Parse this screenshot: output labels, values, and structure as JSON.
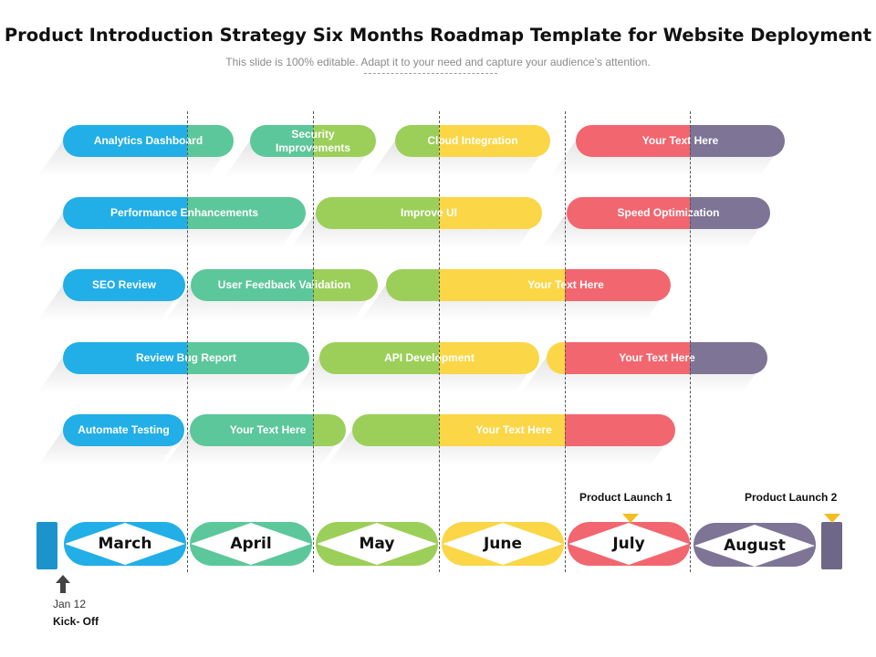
{
  "title": "Product Introduction Strategy Six Months Roadmap Template for Website Deployment",
  "subtitle": "This slide is 100% editable. Adapt it to your need and capture your audience’s attention.",
  "colors": {
    "blue": "#22aee6",
    "teal": "#5cc79a",
    "green": "#9ccf59",
    "yellow": "#fbd646",
    "red": "#f2666f",
    "purple": "#7d7496",
    "launch_marker": "#f5bd1e"
  },
  "tasks": {
    "row1": [
      "Analytics Dashboard",
      "Security Improvements",
      "Cloud Integration",
      "Your Text Here"
    ],
    "row2": [
      "Performance Enhancements",
      "Improve UI",
      "Speed Optimization"
    ],
    "row3": [
      "SEO Review",
      "User Feedback Validation",
      "Your Text Here"
    ],
    "row4": [
      "Review Bug Report",
      "API Development",
      "Your Text Here"
    ],
    "row5": [
      "Automate Testing",
      "Your Text Here",
      "Your Text Here"
    ]
  },
  "months": [
    "March",
    "April",
    "May",
    "June",
    "July",
    "August"
  ],
  "milestones": {
    "launch1": "Product Launch 1",
    "launch2": "Product Launch 2",
    "kickoff_date": "Jan 12",
    "kickoff_label": "Kick- Off"
  },
  "icons": {
    "kickoff_marker": "up-arrow-icon",
    "launch_marker": "triangle-marker-icon"
  }
}
